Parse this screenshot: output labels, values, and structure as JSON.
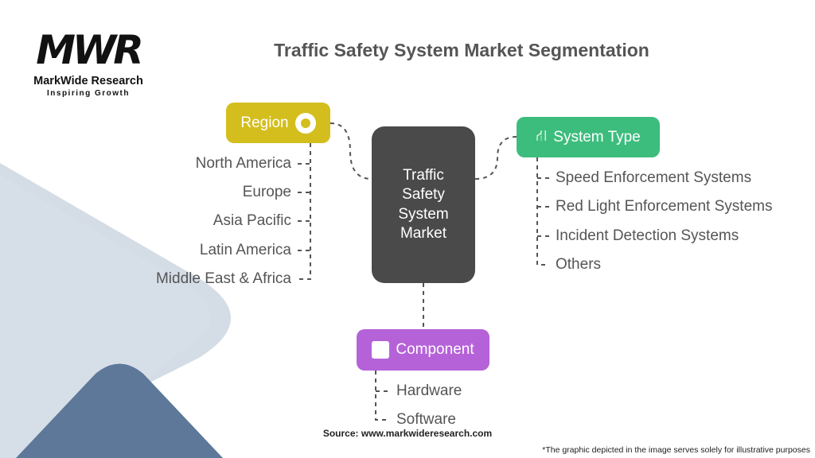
{
  "logo": {
    "mark": "MWR",
    "name": "MarkWide Research",
    "tagline": "Inspiring Growth"
  },
  "title": "Traffic Safety System Market Segmentation",
  "center": "Traffic Safety System Market",
  "region": {
    "label": "Region",
    "color": "#d4be1e",
    "items": [
      "North America",
      "Europe",
      "Asia Pacific",
      "Latin America",
      "Middle East & Africa"
    ]
  },
  "system_type": {
    "label": "System Type",
    "color": "#3dbd7d",
    "items": [
      "Speed Enforcement Systems",
      "Red Light Enforcement Systems",
      "Incident Detection Systems",
      "Others"
    ]
  },
  "component": {
    "label": "Component",
    "color": "#b562d8",
    "items": [
      "Hardware",
      "Software"
    ]
  },
  "source": "Source: www.markwideresearch.com",
  "note": "*The graphic depicted in the image serves solely for illustrative purposes"
}
